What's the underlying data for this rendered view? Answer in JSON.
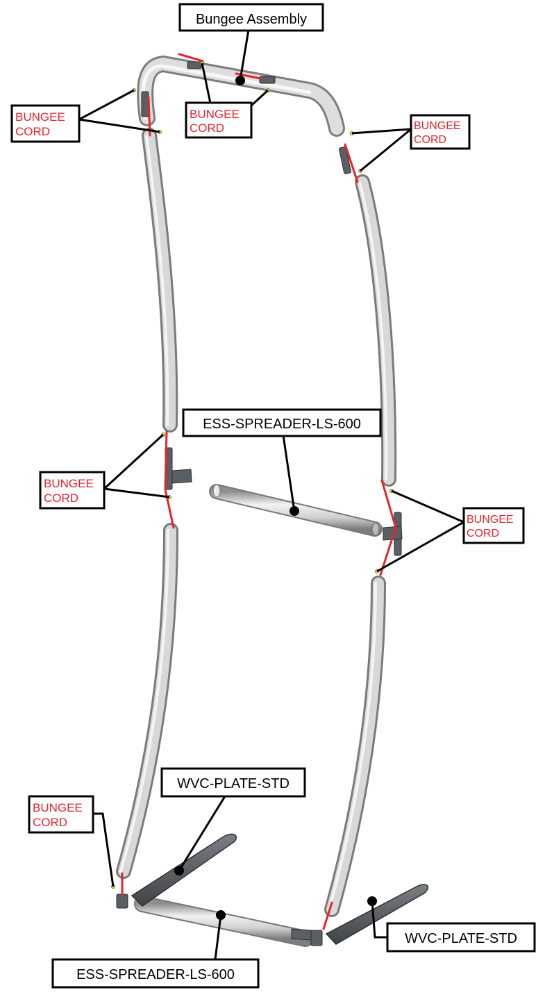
{
  "labels": {
    "bungee_assembly": "Bungee Assembly",
    "spreader_mid": "ESS-SPREADER-LS-600",
    "spreader_bottom": "ESS-SPREADER-LS-600",
    "plate_left": "WVC-PLATE-STD",
    "plate_right": "WVC-PLATE-STD",
    "cord_word1": "BUNGEE",
    "cord_word2": "CORD"
  },
  "colors": {
    "cord_red": "#e8232a",
    "tube_light": "#e6e6e6",
    "tube_dark": "#8a8a8a",
    "plate": "#555a5e",
    "marker_yellow": "#ffe600"
  }
}
